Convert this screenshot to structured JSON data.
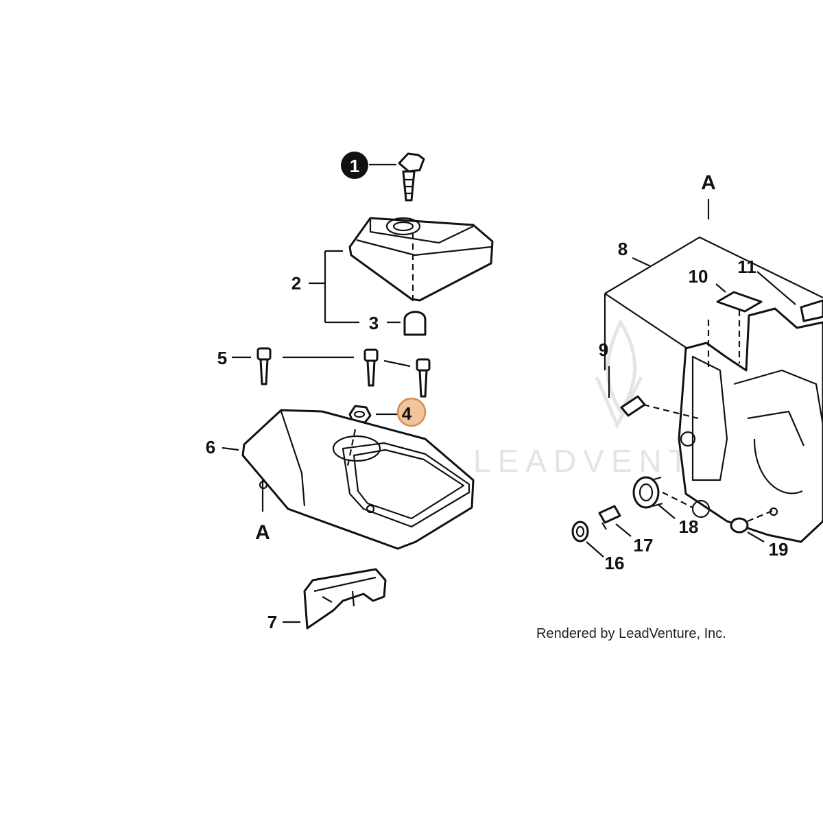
{
  "callouts": {
    "c1": "1",
    "c2": "2",
    "c3": "3",
    "c4": "4",
    "c5": "5",
    "c6": "6",
    "c7": "7",
    "c8": "8",
    "c9": "9",
    "c10": "10",
    "c11": "11",
    "c16": "16",
    "c17": "17",
    "c18": "18",
    "c19": "19",
    "ref_a_top": "A",
    "ref_a_bottom": "A"
  },
  "credit": "Rendered by LeadVenture, Inc.",
  "watermark": "LEADVENTURE",
  "colors": {
    "highlight_fill": "#f0c49c",
    "highlight_stroke": "#d98a4b",
    "marker_fill": "#111111",
    "line": "#111111"
  },
  "icons": {
    "watermark_logo": "flame-logo-icon"
  }
}
